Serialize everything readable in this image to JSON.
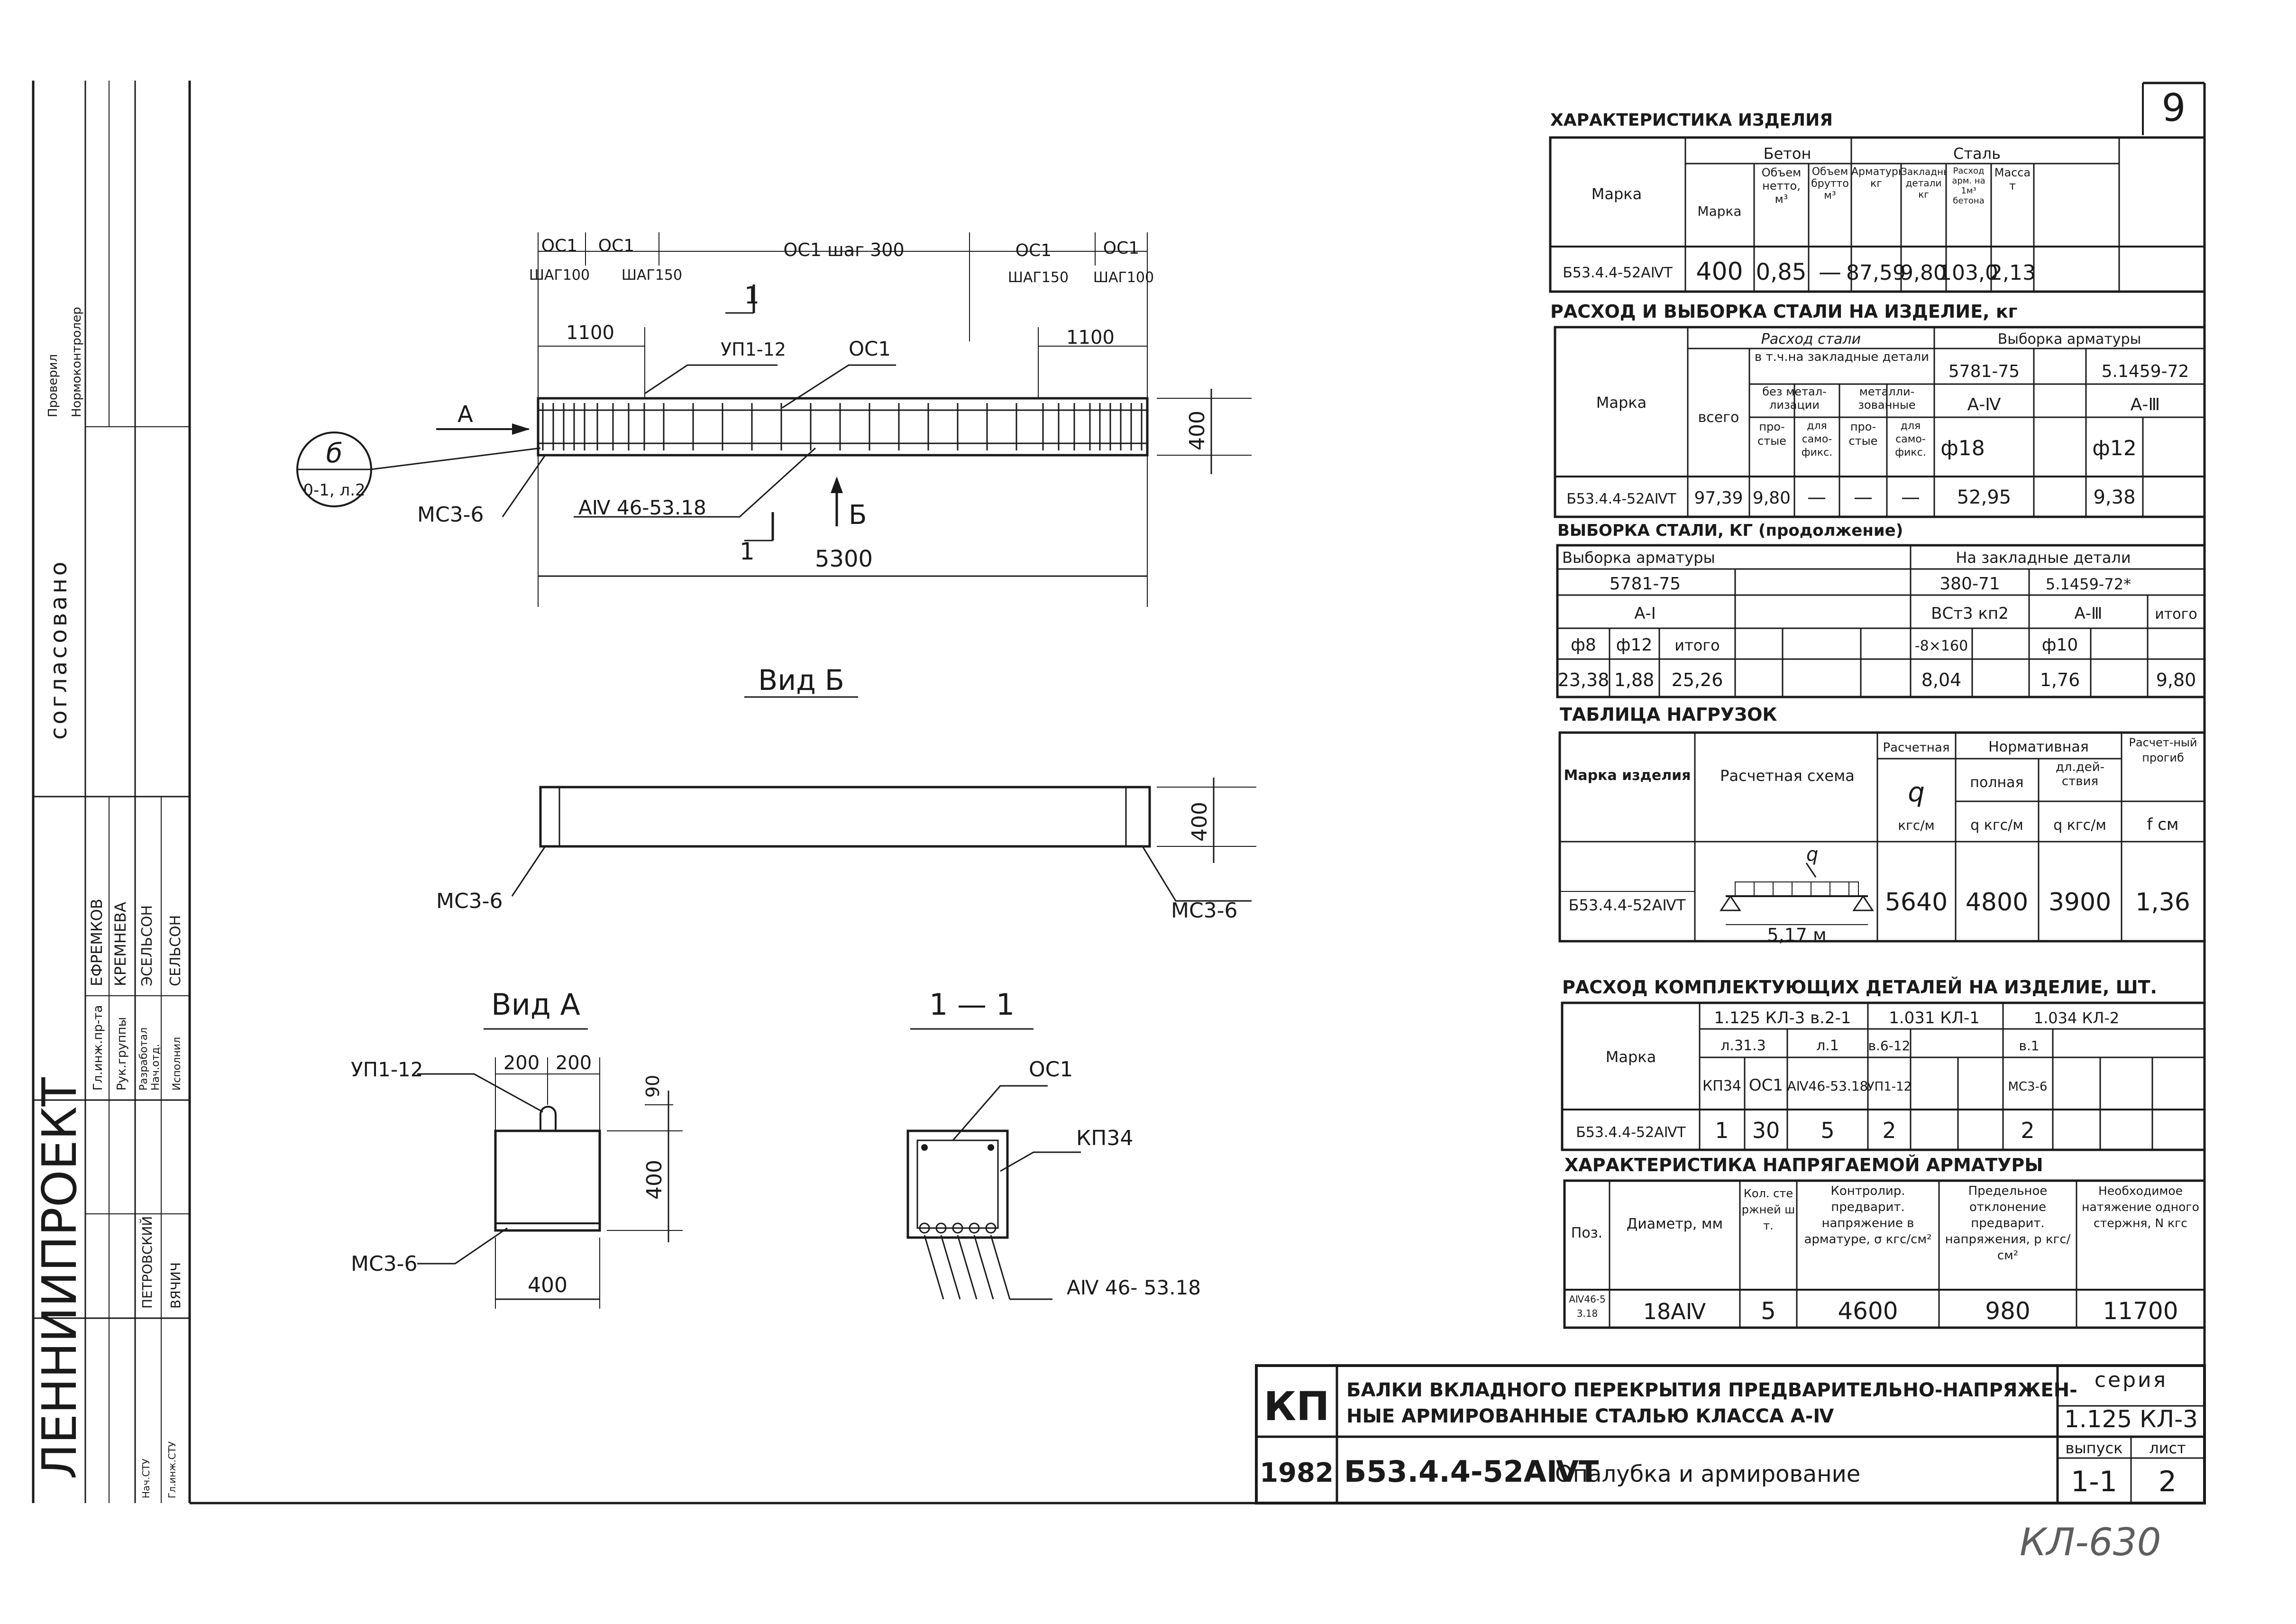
{
  "sheet_number": "9",
  "side_stamp": {
    "org": "ЛЕННИИПРОЕКТ",
    "approved": "согласовано",
    "roles": [
      "Гл.инж.пр-та",
      "Рук.группы",
      "Разработал",
      "Нач.отд.",
      "Исполнил",
      "Нач.СТУ",
      "Гл.инж.СТУ",
      "Проверил",
      "Нормоконтролер"
    ],
    "names": [
      "ЕФРЕМКОВ",
      "КРЕМНЕВА",
      "ЭСЕЛЬСОН",
      "ПЕТРОВСКИЙ",
      "ВЯЧИЧ",
      "СЕЛЬСОН"
    ]
  },
  "drawing": {
    "dim_labels": [
      "ОС1",
      "ШАГ100",
      "ОС1",
      "ШАГ150",
      "ОС1 шаг 300",
      "ОС1",
      "ШАГ150",
      "ОС1",
      "ШАГ100",
      "1100",
      "1100",
      "УП1-12",
      "ОС1",
      "400",
      "5300",
      "А",
      "1",
      "1",
      "Б"
    ],
    "callout_main": "б",
    "callout_sub": "0-1, л.2",
    "mc_label": "МС3-6",
    "rebar_label": "АⅣ 46-53.18",
    "view_b_title": "Вид Б",
    "view_b_mc_left": "МС3-6",
    "view_b_mc_right": "МС3-6",
    "view_b_dim": "400",
    "view_a_title": "Вид А",
    "view_a_up": "УП1-12",
    "view_a_dims": [
      "200",
      "200",
      "90",
      "400",
      "400"
    ],
    "view_a_mc": "МС3-6",
    "section_title": "1 — 1",
    "section_os": "ОС1",
    "section_kp": "КП34",
    "section_rebar": "АⅣ 46- 53.18"
  },
  "char_table": {
    "title": "ХАРАКТЕРИСТИКА ИЗДЕЛИЯ",
    "col_marka": "Марка",
    "group_beton": "Бетон",
    "group_stal": "Сталь",
    "cols": [
      "Марка",
      "Объем нетто, м³",
      "Объем брутто м³",
      "Арматурная кг",
      "Закладные детали кг",
      "Расход арм. на 1м³ бетона",
      "Масса т"
    ],
    "row": [
      "Б53.4.4-52АⅣТ",
      "400",
      "0,85",
      "—",
      "87,59",
      "9,80",
      "103,0",
      "2,13"
    ]
  },
  "steel_table": {
    "title": "РАСХОД И ВЫБОРКА СТАЛИ НА ИЗДЕЛИЕ, кг",
    "col_marka": "Марка",
    "group_rashod": "Расход стали",
    "group_vyborka": "Выборка арматуры",
    "col_vsego": "всего",
    "sub_vtch": "в т.ч.на закладные детали",
    "sub_bez": "без метал-лизации",
    "sub_metall": "металли-зованные",
    "sub_cols": [
      "про-стые",
      "для само-фикс.",
      "про-стые",
      "для само-фикс."
    ],
    "std1": "5781-75",
    "std2": "5.1459-72",
    "cls1": "А-Ⅳ",
    "cls2": "А-Ⅲ",
    "dia1": "ф18",
    "dia2": "ф12",
    "row": [
      "Б53.4.4-52АⅣТ",
      "97,39",
      "9,80",
      "—",
      "—",
      "—",
      "52,95",
      "9,38"
    ]
  },
  "steel_cont_table": {
    "title": "ВЫБОРКА СТАЛИ, КГ (продолжение)",
    "group_arm": "Выборка арматуры",
    "group_zakl": "На закладные детали",
    "std_arm": "5781-75",
    "std_z1": "380-71",
    "std_z2": "5.1459-72*",
    "cls_a1": "А-Ⅰ",
    "cls_z1": "ВСт3 кп2",
    "cls_z2": "А-Ⅲ",
    "col_itogo": "итого",
    "heads": [
      "ф8",
      "ф12",
      "итого",
      "-8×160",
      "ф10"
    ],
    "row": [
      "23,38",
      "1,88",
      "25,26",
      "8,04",
      "1,76",
      "9,80"
    ]
  },
  "load_table": {
    "title": "ТАБЛИЦА НАГРУЗОК",
    "col_marka": "Марка изделия",
    "col_scheme": "Расчетная схема",
    "col_calc": "Расчетная",
    "col_q": "q",
    "col_q_unit": "кгс/м",
    "group_norm": "Нормативная",
    "col_full": "полная",
    "col_long": "дл.дей-ствия",
    "col_full_unit": "q кгс/м",
    "col_long_unit": "q кгс/м",
    "col_defl": "Расчет-ный прогиб",
    "col_defl_unit": "f см",
    "scheme_q": "q",
    "scheme_span": "5,17 м",
    "row": [
      "Б53.4.4-52АⅣТ",
      "5640",
      "4800",
      "3900",
      "1,36"
    ]
  },
  "parts_table": {
    "title": "РАСХОД КОМПЛЕКТУЮЩИХ ДЕТАЛЕЙ НА ИЗДЕЛИЕ, ШТ.",
    "col_marka": "Марка",
    "series": [
      "1.125 КЛ-3 в.2-1",
      "1.031 КЛ-1",
      "1.034 КЛ-2"
    ],
    "sheets": [
      "л.31.3",
      "л.1",
      "в.6-12",
      "в.1"
    ],
    "cols": [
      "КП34",
      "ОС1",
      "АⅣ46-53.18",
      "УП1-12",
      "МС3-6"
    ],
    "row": [
      "Б53.4.4-52АⅣТ",
      "1",
      "30",
      "5",
      "2",
      "2"
    ]
  },
  "prestress_table": {
    "title": "ХАРАКТЕРИСТИКА НАПРЯГАЕМОЙ АРМАТУРЫ",
    "cols": [
      "Поз.",
      "Диаметр, мм",
      "Кол. стержней шт.",
      "Контролир. предварит. напряжение в арматуре, σ кгс/см²",
      "Предельное отклонение предварит. напряжения, р кгс/см²",
      "Необходимое натяжение одного стержня, N кгс"
    ],
    "row": [
      "АⅣ46-53.18",
      "18АⅣ",
      "5",
      "4600",
      "980",
      "11700"
    ]
  },
  "title_block": {
    "org": "КП",
    "year": "1982",
    "title_line1": "БАЛКИ ВКЛАДНОГО ПЕРЕКРЫТИЯ ПРЕДВАРИТЕЛЬНО-НАПРЯЖЕН-",
    "title_line2": "НЫЕ АРМИРОВАННЫЕ СТАЛЬЮ КЛАССА А-Ⅳ",
    "series_label": "серия",
    "series_value": "1.125 КЛ-3",
    "product": "Б53.4.4-52АⅣТ",
    "subtitle": "Опалубка и армирование",
    "issue_label": "выпуск",
    "issue_value": "1-1",
    "sheet_label": "лист",
    "sheet_value": "2"
  },
  "handwritten": "КЛ-630"
}
